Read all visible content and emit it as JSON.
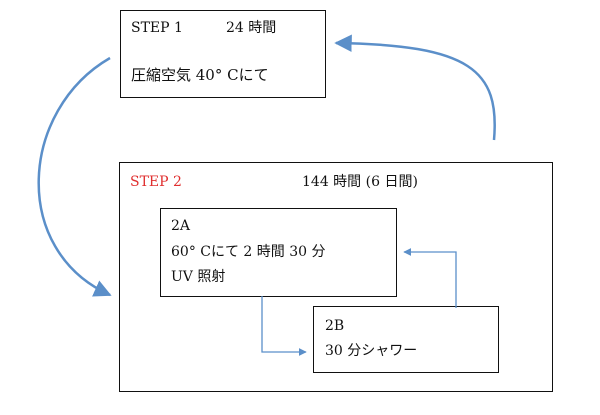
{
  "step1": {
    "label": "STEP 1",
    "duration": "24 時間",
    "condition": "圧縮空気 40° Cにて"
  },
  "step2": {
    "label": "STEP 2",
    "label_color": "#e03030",
    "duration": "144 時間 (6 日間)",
    "sub_a": {
      "label": "2A",
      "condition": "60° Cにて 2 時間 30 分",
      "action": "UV 照射"
    },
    "sub_b": {
      "label": "2B",
      "action": "30 分シャワー"
    }
  },
  "colors": {
    "arrow": "#5b8fc9",
    "border": "#111111"
  }
}
